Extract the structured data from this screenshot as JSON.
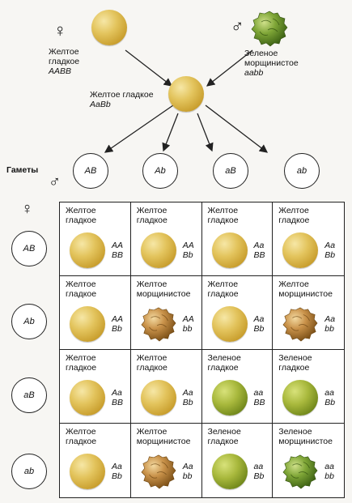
{
  "parents": {
    "female": {
      "symbol": "♀",
      "name_line1": "Желтое",
      "name_line2": "гладкое",
      "genotype": "AABB"
    },
    "male": {
      "symbol": "♂",
      "name_line1": "Зеленое",
      "name_line2": "морщинистое",
      "genotype": "aabb"
    }
  },
  "f1": {
    "name": "Желтое гладкое",
    "genotype": "AaBb"
  },
  "gametes_label": "Гаметы",
  "male_symbol": "♂",
  "female_symbol": "♀",
  "male_gametes": [
    "AB",
    "Ab",
    "aB",
    "ab"
  ],
  "female_gametes": [
    "AB",
    "Ab",
    "aB",
    "ab"
  ],
  "grid": [
    [
      {
        "line1": "Желтое",
        "line2": "гладкое",
        "geno1": "AA",
        "geno2": "BB",
        "pea": "yellow-round"
      },
      {
        "line1": "Желтое",
        "line2": "гладкое",
        "geno1": "AA",
        "geno2": "Bb",
        "pea": "yellow-round"
      },
      {
        "line1": "Желтое",
        "line2": "гладкое",
        "geno1": "Aa",
        "geno2": "BB",
        "pea": "yellow-round"
      },
      {
        "line1": "Желтое",
        "line2": "гладкое",
        "geno1": "Aa",
        "geno2": "Bb",
        "pea": "yellow-round"
      }
    ],
    [
      {
        "line1": "Желтое",
        "line2": "гладкое",
        "geno1": "AA",
        "geno2": "Bb",
        "pea": "yellow-round"
      },
      {
        "line1": "Желтое",
        "line2": "морщинистое",
        "geno1": "AA",
        "geno2": "bb",
        "pea": "yellow-wrinkled"
      },
      {
        "line1": "Желтое",
        "line2": "гладкое",
        "geno1": "Aa",
        "geno2": "Bb",
        "pea": "yellow-round"
      },
      {
        "line1": "Желтое",
        "line2": "морщинистое",
        "geno1": "Aa",
        "geno2": "bb",
        "pea": "yellow-wrinkled"
      }
    ],
    [
      {
        "line1": "Желтое",
        "line2": "гладкое",
        "geno1": "Aa",
        "geno2": "BB",
        "pea": "yellow-round"
      },
      {
        "line1": "Желтое",
        "line2": "гладкое",
        "geno1": "Aa",
        "geno2": "Bb",
        "pea": "yellow-round"
      },
      {
        "line1": "Зеленое",
        "line2": "гладкое",
        "geno1": "aa",
        "geno2": "BB",
        "pea": "green-round"
      },
      {
        "line1": "Зеленое",
        "line2": "гладкое",
        "geno1": "aa",
        "geno2": "Bb",
        "pea": "green-round"
      }
    ],
    [
      {
        "line1": "Желтое",
        "line2": "гладкое",
        "geno1": "Aa",
        "geno2": "Bb",
        "pea": "yellow-round"
      },
      {
        "line1": "Желтое",
        "line2": "морщинистое",
        "geno1": "Aa",
        "geno2": "bb",
        "pea": "yellow-wrinkled"
      },
      {
        "line1": "Зеленое",
        "line2": "гладкое",
        "geno1": "aa",
        "geno2": "Bb",
        "pea": "green-round"
      },
      {
        "line1": "Зеленое",
        "line2": "морщинистое",
        "geno1": "aa",
        "geno2": "bb",
        "pea": "green-wrinkled"
      }
    ]
  ]
}
